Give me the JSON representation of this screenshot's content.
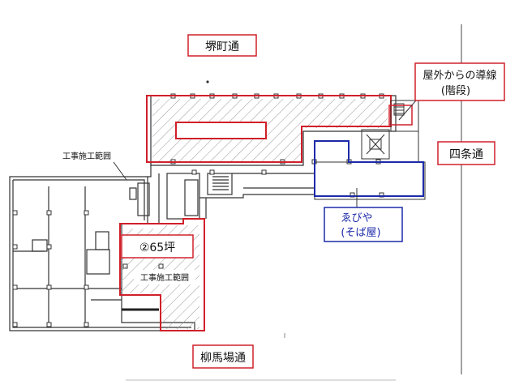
{
  "streets": {
    "north": "堺町通",
    "east": "四条通",
    "south": "柳馬場通"
  },
  "notes": {
    "stairs_line1": "屋外からの導線",
    "stairs_line2": "(階段)",
    "construction_left": "工事施工範囲",
    "construction_inner": "工事施工範囲",
    "area_label": "②65坪"
  },
  "tenant": {
    "line1": "ゑびや",
    "line2": "(そば屋)"
  },
  "colors": {
    "red_outline": "#d0202a",
    "blue_outline": "#1c2aa8",
    "wall": "#333333",
    "hatch": "#9a9a9a"
  }
}
